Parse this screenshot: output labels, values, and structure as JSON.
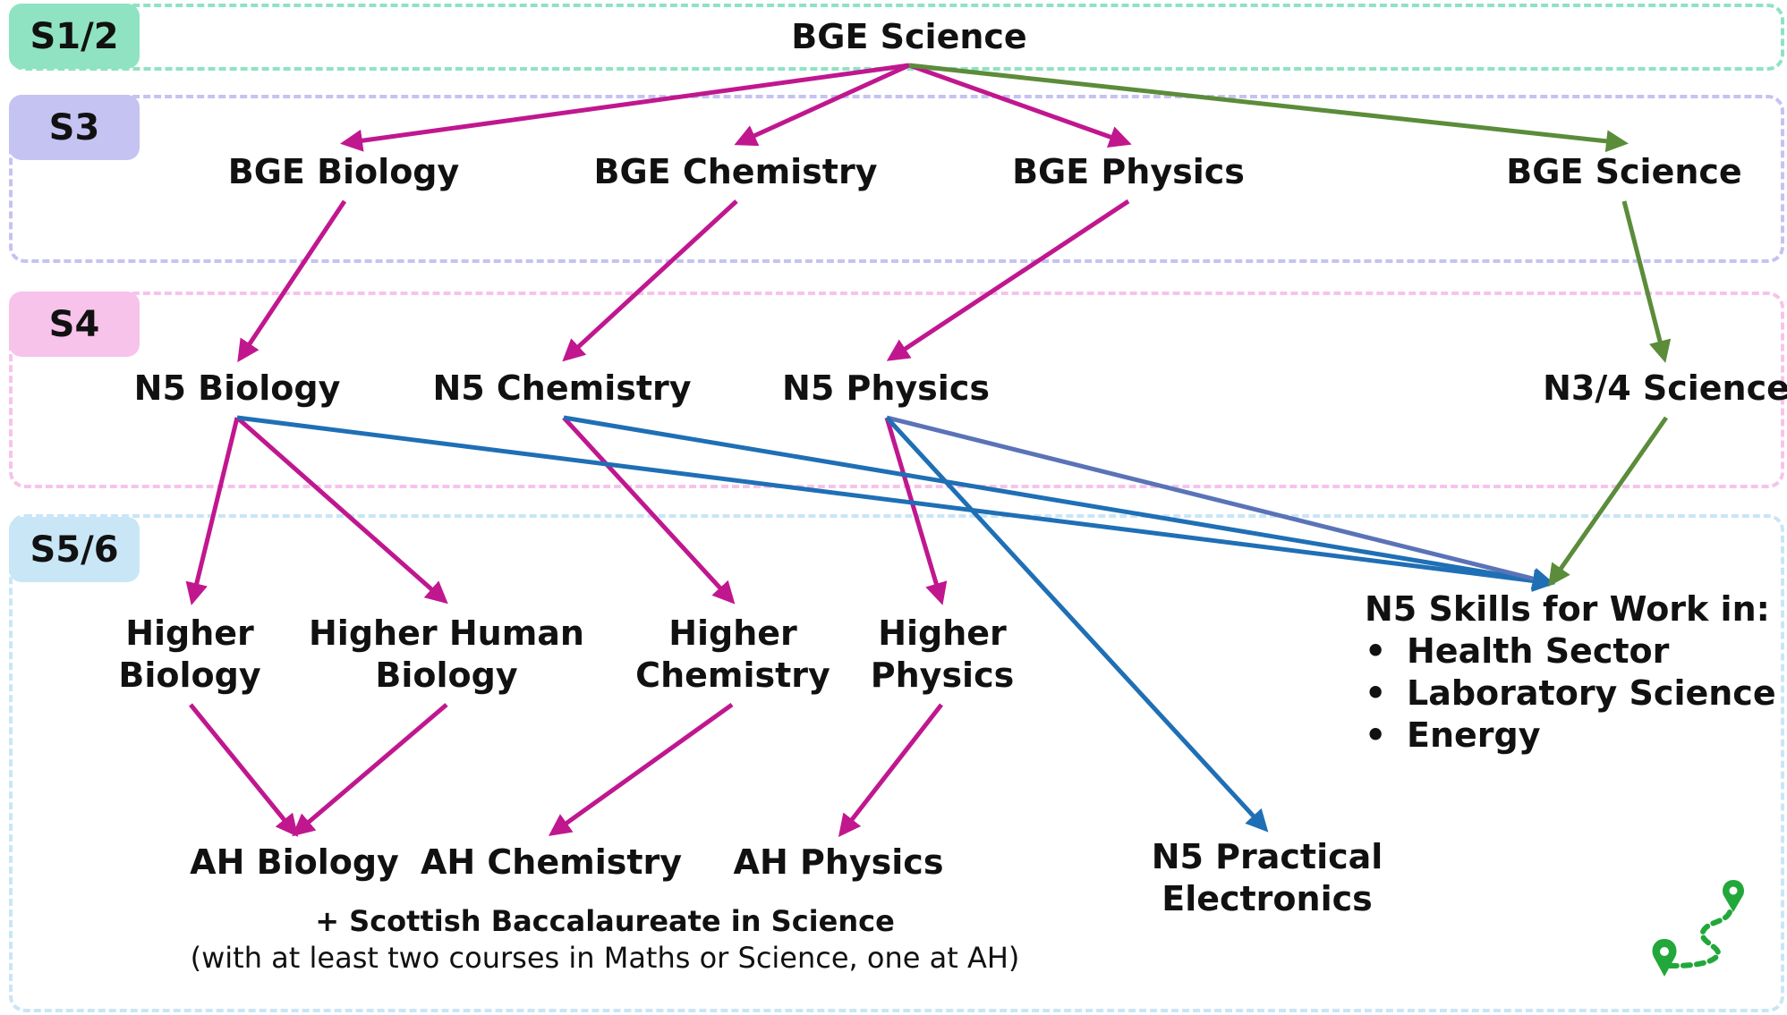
{
  "colors": {
    "route_science_specialist": "#c0178f",
    "route_general_science": "#5b8c3a",
    "route_n5_progression": "#1f6fb5",
    "band_s12": "#8fe3c2",
    "band_s3": "#c4c3f2",
    "band_s4": "#f7c3ea",
    "band_s56": "#c9e6f6"
  },
  "stages": {
    "s12": "S1/2",
    "s3": "S3",
    "s4": "S4",
    "s56": "S5/6"
  },
  "nodes": {
    "bge_science_top": "BGE Science",
    "bge_biology": "BGE Biology",
    "bge_chemistry": "BGE Chemistry",
    "bge_physics": "BGE Physics",
    "bge_science_s3": "BGE Science",
    "n5_biology": "N5 Biology",
    "n5_chemistry": "N5 Chemistry",
    "n5_physics": "N5 Physics",
    "n34_science": "N3/4 Science",
    "higher_biology": [
      "Higher",
      "Biology"
    ],
    "higher_human_biology": [
      "Higher Human",
      "Biology"
    ],
    "higher_chemistry": [
      "Higher",
      "Chemistry"
    ],
    "higher_physics": [
      "Higher",
      "Physics"
    ],
    "ah_biology": "AH Biology",
    "ah_chemistry": "AH Chemistry",
    "ah_physics": "AH Physics",
    "n5_practical_electronics": [
      "N5 Practical",
      "Electronics"
    ]
  },
  "skills": {
    "heading": "N5 Skills for Work in:",
    "bullet": "•",
    "items": [
      "Health Sector",
      "Laboratory Science",
      "Energy"
    ]
  },
  "footnote": {
    "line1": "+ Scottish Baccalaureate in Science",
    "line2": "(with at least two courses in Maths or Science, one at AH)"
  },
  "icons": [
    "route-map-icon"
  ]
}
